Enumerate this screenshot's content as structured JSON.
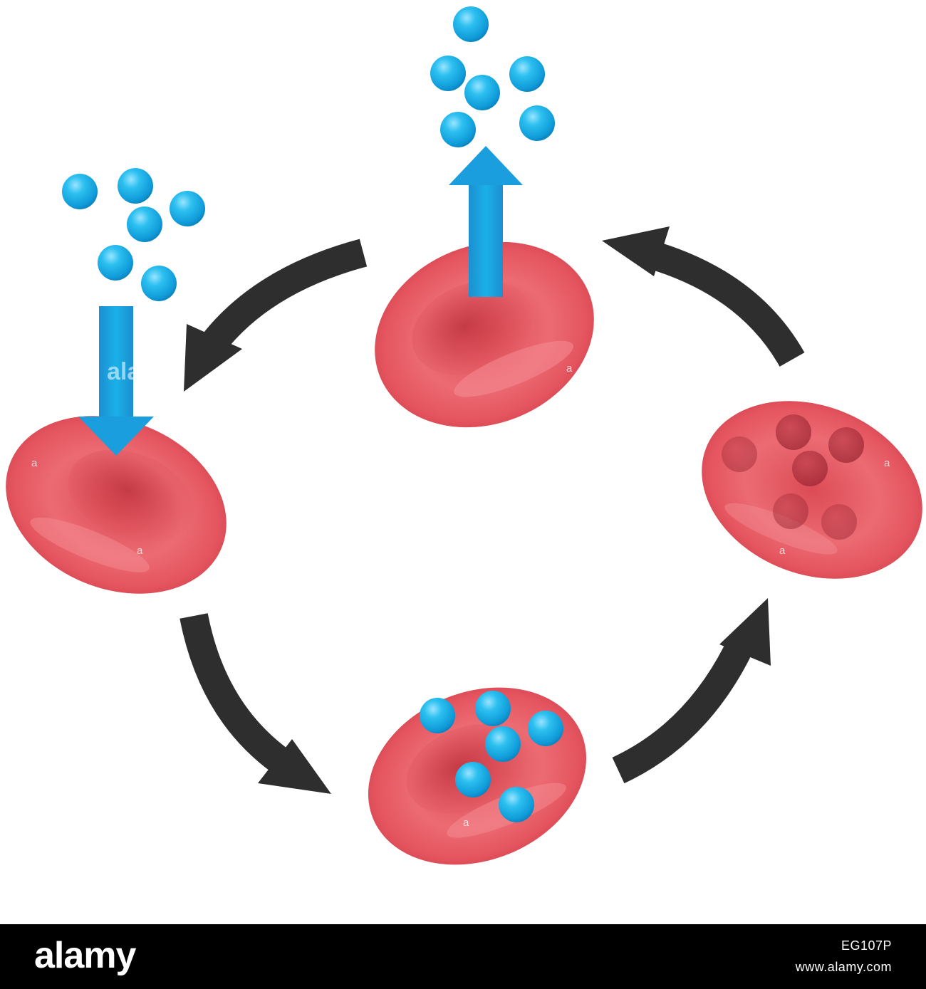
{
  "watermark": {
    "word": "alamy",
    "letter": "a"
  },
  "footer": {
    "logo": "alamy",
    "image_id": "EG107P",
    "url": "www.alamy.com"
  },
  "colors": {
    "cell": "#e0535d",
    "cell_light": "#f08088",
    "molecule": "#1ab0e6",
    "arrow_blue": "#1a9ede",
    "cycle_arrow": "#2e2e2e",
    "footer_bg": "#000000"
  },
  "icons": [
    "red-blood-cell",
    "oxygen-molecule",
    "cycle-arrow",
    "release-arrow",
    "uptake-arrow"
  ]
}
